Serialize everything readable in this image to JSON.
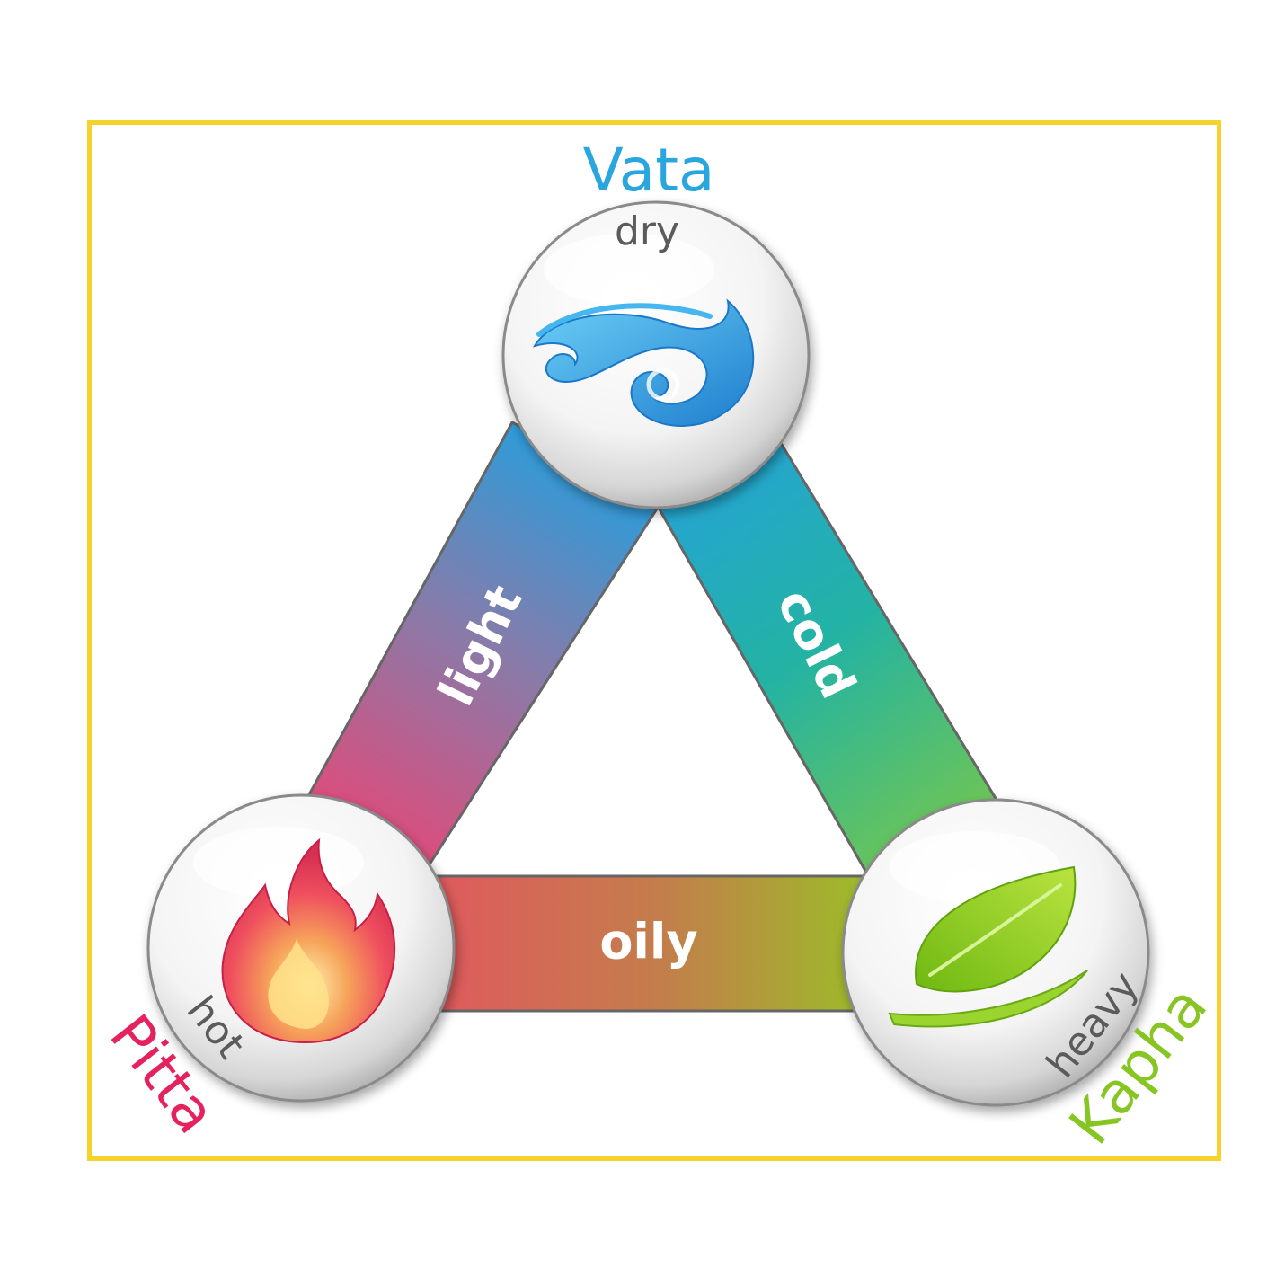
{
  "diagram": {
    "colors": {
      "frame": "#f6d32a",
      "vata": "#2aa6df",
      "pitta": "#e5225d",
      "kapha": "#86c522",
      "quality_text": "#5b5b5b",
      "band_text": "#ffffff"
    },
    "doshas": {
      "vata": {
        "name": "Vata",
        "quality": "dry",
        "icon": "wind-icon"
      },
      "pitta": {
        "name": "Pitta",
        "quality": "hot",
        "icon": "flame-icon"
      },
      "kapha": {
        "name": "Kapha",
        "quality": "heavy",
        "icon": "leaf-icon"
      }
    },
    "connections": {
      "vata_pitta": {
        "label": "light"
      },
      "vata_kapha": {
        "label": "cold"
      },
      "pitta_kapha": {
        "label": "oily"
      }
    }
  }
}
